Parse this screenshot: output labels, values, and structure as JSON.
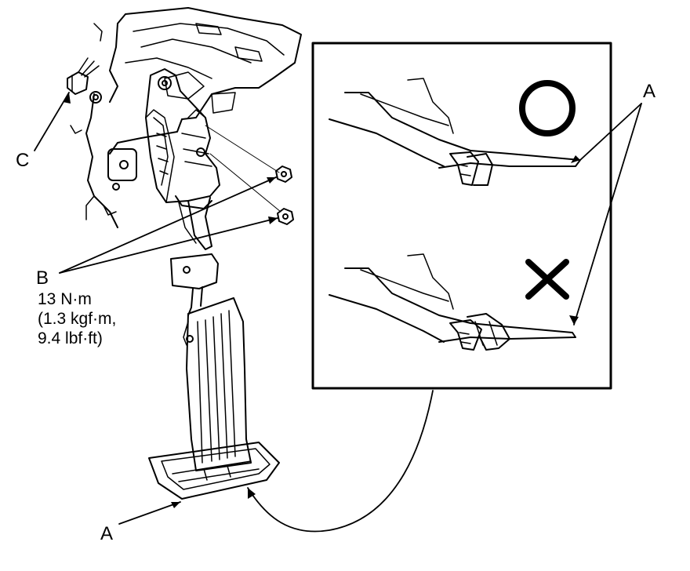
{
  "labels": {
    "a_inset": "A",
    "a_pedal": "A",
    "b": "B",
    "c": "C"
  },
  "torque": {
    "line1": "13 N·m",
    "line2": "(1.3 kgf·m,",
    "line3": "9.4 lbf·ft)"
  },
  "symbols": {
    "correct": "circle-ok-icon",
    "incorrect": "cross-ng-icon"
  },
  "colors": {
    "line": "#000000",
    "background": "#ffffff"
  }
}
